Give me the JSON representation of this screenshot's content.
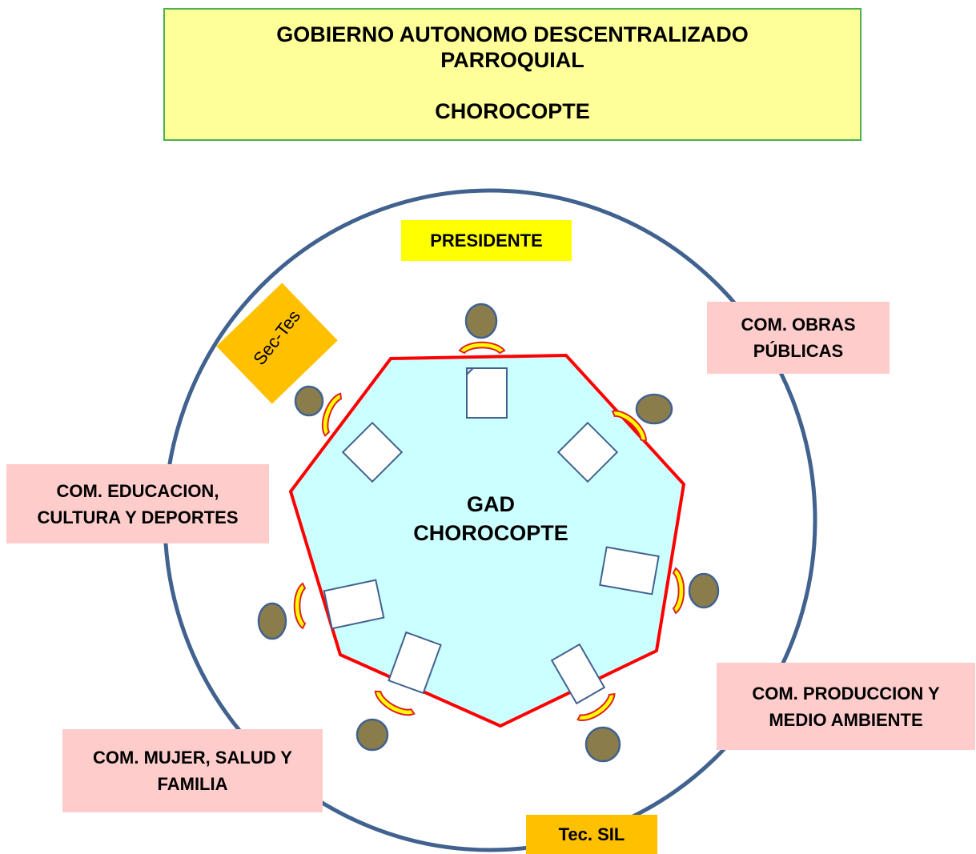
{
  "banner": {
    "line1": "GOBIERNO AUTONOMO DESCENTRALIZADO",
    "line2": "PARROQUIAL",
    "line3": "CHOROCOPTE"
  },
  "center": {
    "line1": "GAD",
    "line2": "CHOROCOPTE"
  },
  "roles": {
    "presidente": "PRESIDENTE",
    "sec_tes": "Sec-Tes",
    "obras_line1": "COM. OBRAS",
    "obras_line2": "PÚBLICAS",
    "educacion_line1": "COM. EDUCACION,",
    "educacion_line2": "CULTURA Y DEPORTES",
    "produccion_line1": "COM. PRODUCCION Y",
    "produccion_line2": "MEDIO AMBIENTE",
    "mujer_line1": "COM. MUJER, SALUD Y",
    "mujer_line2": "FAMILIA",
    "tec_sil": "Tec. SIL"
  },
  "colors": {
    "banner_bg": "#ffff99",
    "banner_border": "#4caf50",
    "table_fill": "#ccffff",
    "table_border": "#ff0000",
    "outer_ring": "#41628f",
    "person": "#8b7d4b",
    "chair": "#ffff00",
    "committee_bg": "#ffcccc",
    "president_bg": "#ffff00",
    "secretary_bg": "#ffc000"
  }
}
